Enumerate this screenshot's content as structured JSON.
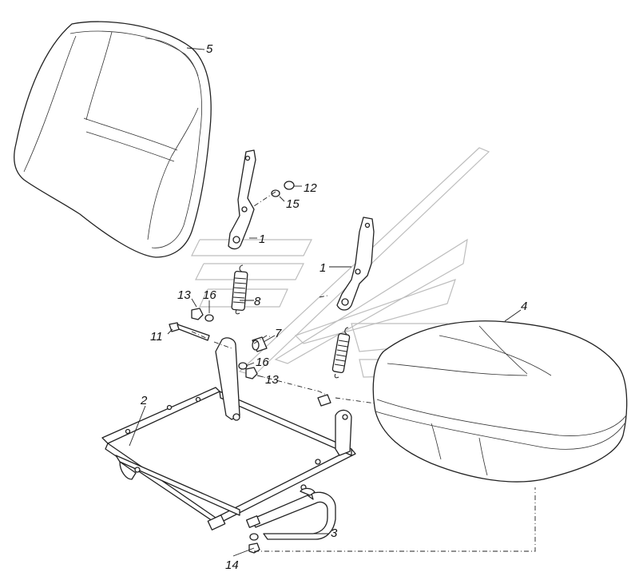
{
  "callouts": {
    "c1a": "1",
    "c1b": "1",
    "c2": "2",
    "c3": "3",
    "c4": "4",
    "c5": "5",
    "c7": "7",
    "c8": "8",
    "c11": "11",
    "c12": "12",
    "c13a": "13",
    "c13b": "13",
    "c14": "14",
    "c15": "15",
    "c16a": "16",
    "c16b": "16"
  },
  "colors": {
    "line": "#222222",
    "watermark": "#bdbdbd",
    "background": "#ffffff"
  }
}
